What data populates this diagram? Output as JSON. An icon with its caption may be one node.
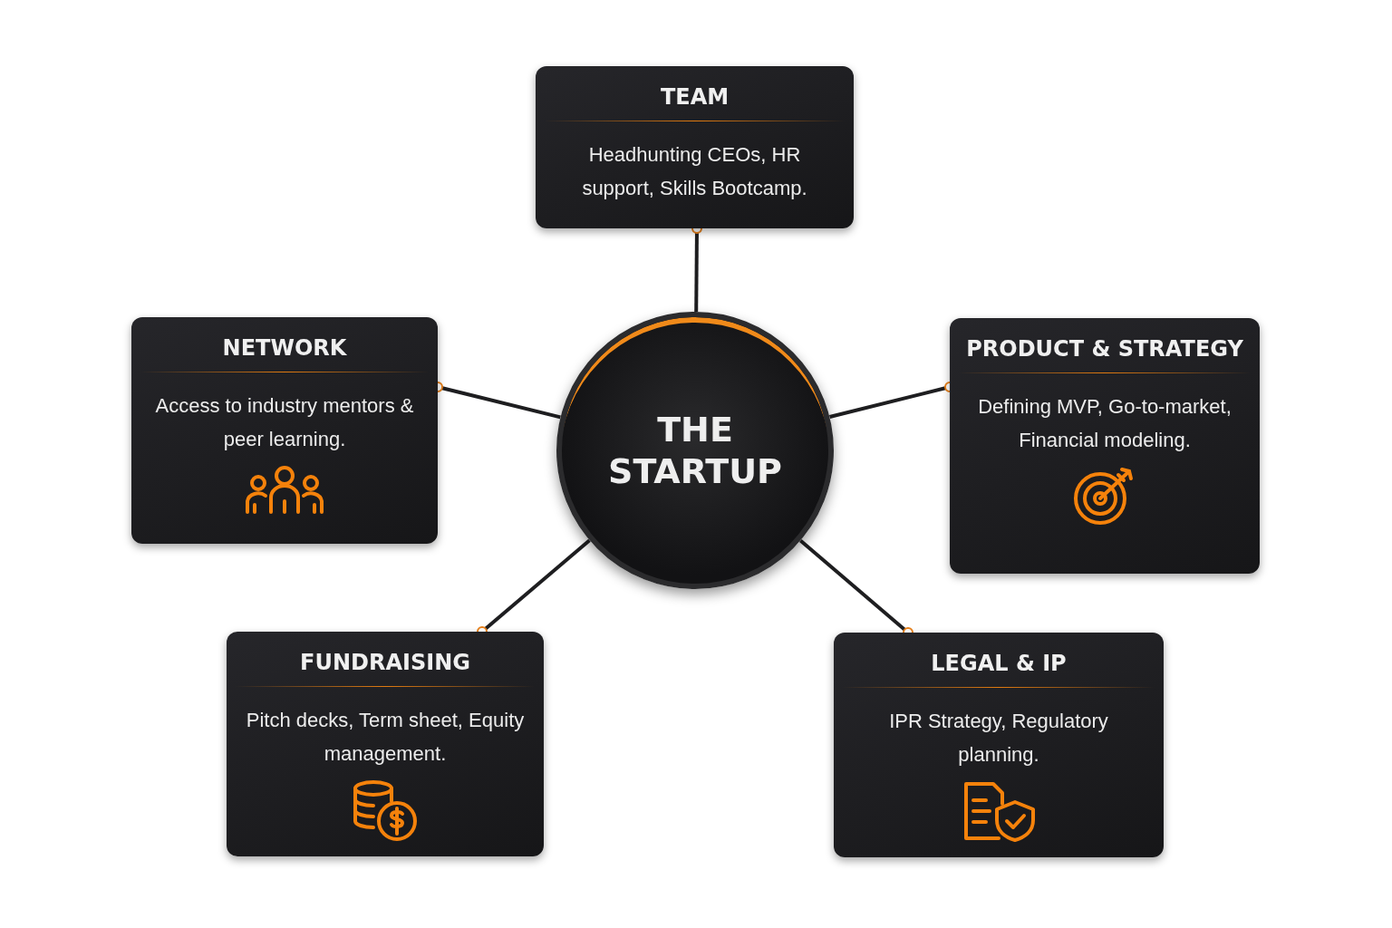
{
  "diagram": {
    "nodes": [
      {
        "text": [
          "TEAM",
          "Headhunting CEOs, HR support, Skills Bootcamp."
        ]
      },
      {
        "text": [
          "NETWORK",
          "Access to industry mentors & peer learning."
        ]
      },
      {
        "text": [
          "THE STARTUP"
        ]
      },
      {
        "text": [
          "PRODUCT & STRATEGY",
          "Defining MVP, Go-to-market, Financial modeling."
        ]
      },
      {
        "text": [
          "FUNDRAISING",
          "Pitch decks, Term sheet, Equity management."
        ]
      },
      {
        "text": [
          "LEGAL & IP",
          "IPR Strategy, Regulatory planning."
        ]
      }
    ],
    "edges": [
      {
        "from": 2,
        "to": 0,
        "arrow": "other"
      },
      {
        "from": 2,
        "to": 1,
        "arrow": "other"
      },
      {
        "from": 2,
        "to": 3,
        "arrow": "other"
      },
      {
        "from": 2,
        "to": 4,
        "arrow": "other"
      },
      {
        "from": 2,
        "to": 5,
        "arrow": "other"
      }
    ]
  }
}
